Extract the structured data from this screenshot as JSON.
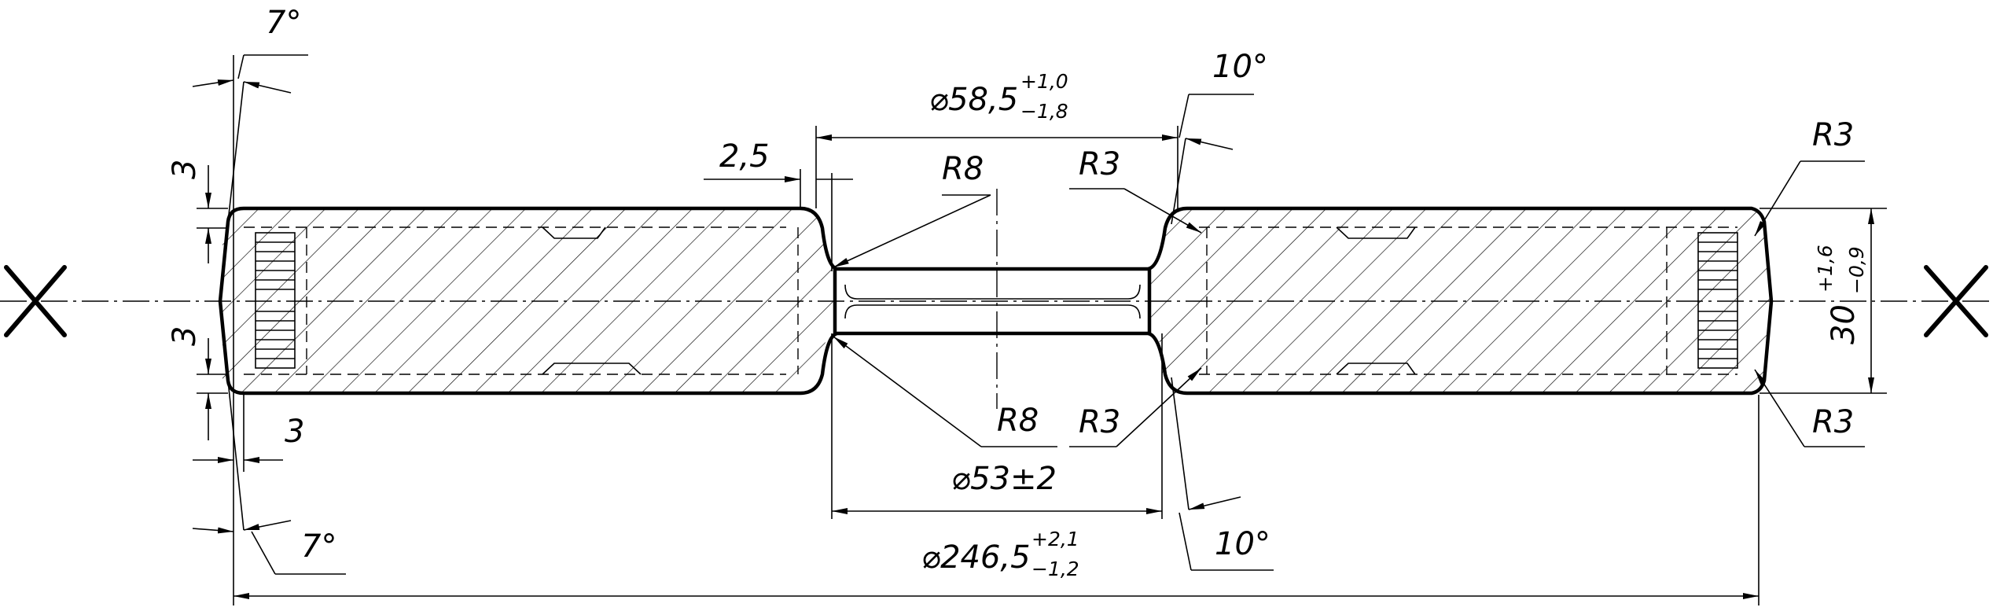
{
  "labels": {
    "angle_top_left": "7°",
    "angle_bottom_left": "7°",
    "angle_top_right": "10°",
    "angle_bottom_right": "10°",
    "chamfer_top": "3",
    "chamfer_bottom": "3",
    "chamfer_width": "3",
    "step": "2,5",
    "radius_r8_top": "R8",
    "radius_r8_bottom": "R8",
    "radius_r3_top_inner": "R3",
    "radius_r3_bottom_inner": "R3",
    "radius_r3_top_right": "R3",
    "radius_r3_bottom_right": "R3",
    "bore_outer_main": "⌀58,5",
    "bore_outer_upper": "+1,0",
    "bore_outer_lower": "−1,8",
    "bore_inner": "⌀53±2",
    "outer_main": "⌀246,5",
    "outer_upper": "+2,1",
    "outer_lower": "−1,2",
    "thickness_main": "30",
    "thickness_upper": "+1,6",
    "thickness_lower": "−0,9"
  }
}
